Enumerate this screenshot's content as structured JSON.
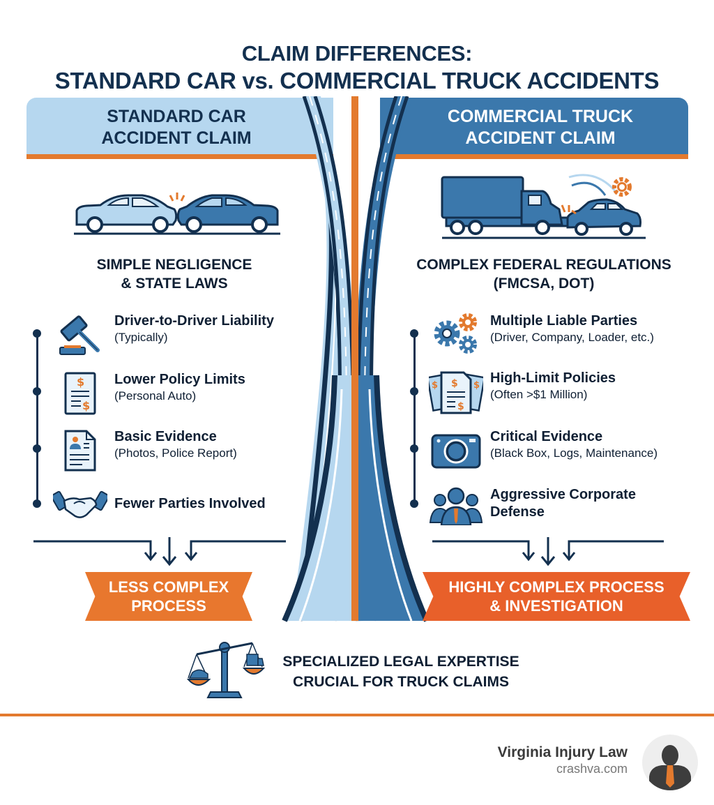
{
  "title": {
    "line1": "CLAIM DIFFERENCES:",
    "line2": "STANDARD CAR vs. COMMERCIAL TRUCK ACCIDENTS"
  },
  "colors": {
    "navy": "#13304f",
    "light_blue": "#b6d7ef",
    "mid_blue": "#3b78ac",
    "orange": "#e37a2e",
    "ribbon_orange": "#e8772e",
    "ribbon_red_orange": "#e8602a"
  },
  "left": {
    "header": "STANDARD CAR ACCIDENT CLAIM",
    "hero_icon": "two-cars-collision-icon",
    "subhead_line1": "SIMPLE NEGLIGENCE",
    "subhead_line2": "& STATE LAWS",
    "items": [
      {
        "icon": "gavel-icon",
        "main": "Driver-to-Driver Liability",
        "sub": "(Typically)"
      },
      {
        "icon": "dollar-document-icon",
        "main": "Lower Policy Limits",
        "sub": "(Personal Auto)"
      },
      {
        "icon": "report-document-icon",
        "main": "Basic Evidence",
        "sub": "(Photos, Police Report)"
      },
      {
        "icon": "handshake-icon",
        "main": "Fewer Parties Involved",
        "sub": ""
      }
    ],
    "result_line1": "LESS COMPLEX",
    "result_line2": "PROCESS"
  },
  "right": {
    "header": "COMMERCIAL TRUCK ACCIDENT CLAIM",
    "hero_icon": "truck-car-collision-icon",
    "subhead_line1": "COMPLEX FEDERAL REGULATIONS",
    "subhead_line2": "(FMCSA, DOT)",
    "items": [
      {
        "icon": "gears-icon",
        "main": "Multiple Liable Parties",
        "sub": "(Driver, Company, Loader, etc.)"
      },
      {
        "icon": "stacked-dollar-documents-icon",
        "main": "High-Limit Policies",
        "sub": "(Often >$1 Million)"
      },
      {
        "icon": "camera-icon",
        "main": "Critical Evidence",
        "sub": "(Black Box, Logs, Maintenance)"
      },
      {
        "icon": "corporate-team-icon",
        "main": "Aggressive Corporate Defense",
        "sub": ""
      }
    ],
    "result_line1": "HIGHLY COMPLEX PROCESS",
    "result_line2": "& INVESTIGATION"
  },
  "bottom": {
    "icon": "scales-of-justice-icon",
    "line1": "SPECIALIZED LEGAL EXPERTISE",
    "line2": "CRUCIAL FOR TRUCK CLAIMS"
  },
  "footer": {
    "brand_name": "Virginia Injury Law",
    "brand_url": "crashva.com",
    "avatar_icon": "lawyer-avatar-icon"
  }
}
